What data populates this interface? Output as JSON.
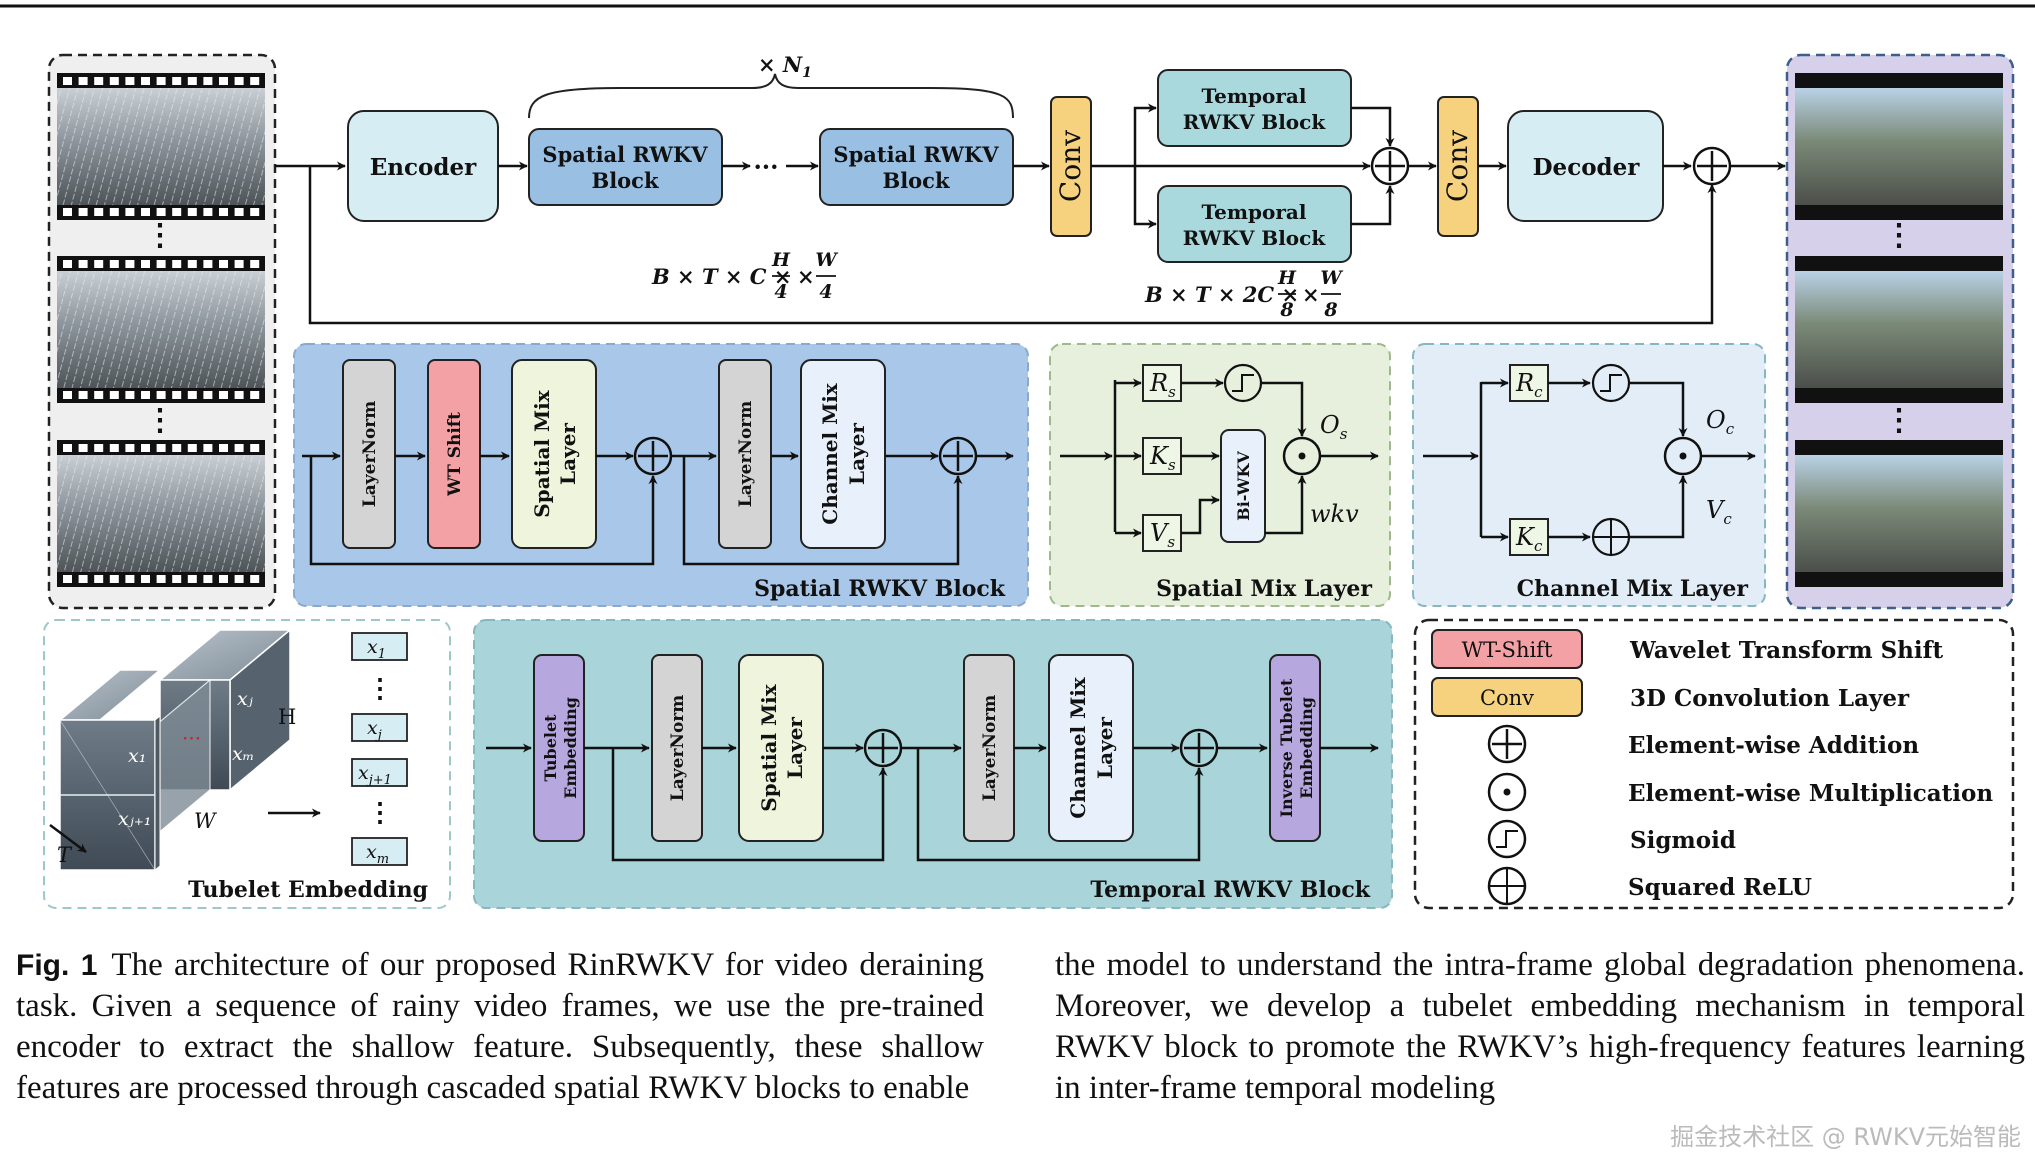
{
  "diagram": {
    "pipeline": {
      "encoder": "Encoder",
      "spatial_block_1": [
        "Spatial RWKV",
        "Block"
      ],
      "ellipsis": "···",
      "spatial_block_2": [
        "Spatial RWKV",
        "Block"
      ],
      "repeat_label": "× N",
      "repeat_sub": "1",
      "conv_left": "Conv",
      "temporal_block_top": [
        "Temporal",
        "RWKV Block"
      ],
      "temporal_block_bottom": [
        "Temporal",
        "RWKV Block"
      ],
      "conv_right": "Conv",
      "decoder": "Decoder",
      "shape_1_prefix": "B × T × C ×",
      "shape_1_frac1": [
        "H",
        "4"
      ],
      "shape_1_frac2": [
        "W",
        "4"
      ],
      "shape_2_prefix": "B × T × 2C ×",
      "shape_2_frac1": [
        "H",
        "8"
      ],
      "shape_2_frac2": [
        "W",
        "8"
      ],
      "times": "×"
    },
    "spatial_rwkv_block": {
      "title": "Spatial RWKV Block",
      "layers": [
        "LayerNorm",
        "WT Shift",
        "Spatial Mix Layer",
        "LayerNorm",
        "Channel Mix Layer"
      ]
    },
    "spatial_mix_layer": {
      "title": "Spatial Mix Layer",
      "r": "R",
      "r_sub": "s",
      "k": "K",
      "k_sub": "s",
      "v": "V",
      "v_sub": "s",
      "o": "O",
      "o_sub": "s",
      "biwkv": "Bi-WKV",
      "wkv": "wkv"
    },
    "channel_mix_layer": {
      "title": "Channel Mix Layer",
      "r": "R",
      "r_sub": "c",
      "k": "K",
      "k_sub": "c",
      "o": "O",
      "o_sub": "c",
      "v": "V",
      "v_sub": "c"
    },
    "tubelet_embedding": {
      "title": "Tubelet Embedding",
      "axis_h": "H",
      "axis_w": "W",
      "axis_t": "T",
      "tokens": [
        "x1",
        "xj",
        "xj+1",
        "xm"
      ],
      "dots": "⋮"
    },
    "temporal_rwkv_block": {
      "title": "Temporal RWKV Block",
      "layers": [
        "Tubelet Embedding",
        "LayerNorm",
        "Spatial Mix Layer",
        "LayerNorm",
        "Channel Mix Layer",
        "Inverse Tubelet Embedding"
      ]
    },
    "legend": [
      {
        "key": "WT-Shift",
        "desc": "Wavelet Transform Shift",
        "color": "#f4a1a6"
      },
      {
        "key": "Conv",
        "desc": "3D Convolution Layer",
        "color": "#f7d27e"
      },
      {
        "key": "add",
        "desc": "Element-wise Addition"
      },
      {
        "key": "mul",
        "desc": "Element-wise Multiplication"
      },
      {
        "key": "sigmoid",
        "desc": "Sigmoid"
      },
      {
        "key": "relu",
        "desc": "Squared ReLU"
      }
    ]
  },
  "caption": {
    "label": "Fig. 1",
    "left": "The architecture of our proposed RinRWKV for video deraining task. Given a sequence of rainy video frames, we use the pre-trained encoder to extract the shallow feature. Subsequently, these shallow features are processed through cascaded spatial RWKV blocks to enable",
    "right": "the model to understand the intra-frame global degradation phenomena. Moreover, we develop a tubelet embedding mechanism in temporal RWKV block to promote the RWKV’s high-frequency features learning in inter-frame temporal modeling"
  },
  "watermark": "掘金技术社区 @ RWKV元始智能",
  "colors": {
    "encoder_fill": "#d6eef3",
    "spatial_block_fill": "#99bfe2",
    "temporal_block_fill": "#a9d8dd",
    "conv_fill": "#f7d27e",
    "layernorm_fill": "#d4d4d4",
    "wtshift_fill": "#f4a1a6",
    "mix_fill": "#eef5dc",
    "channel_fill": "#e8f1fb",
    "tubelet_fill": "#b6a7de",
    "spatial_panel": "#a9c7e8",
    "spatial_mix_panel": "#e6f0dd",
    "channel_mix_panel": "#e2edf8",
    "temporal_panel": "#a9d4d9",
    "output_panel": "#d7d0ea"
  }
}
